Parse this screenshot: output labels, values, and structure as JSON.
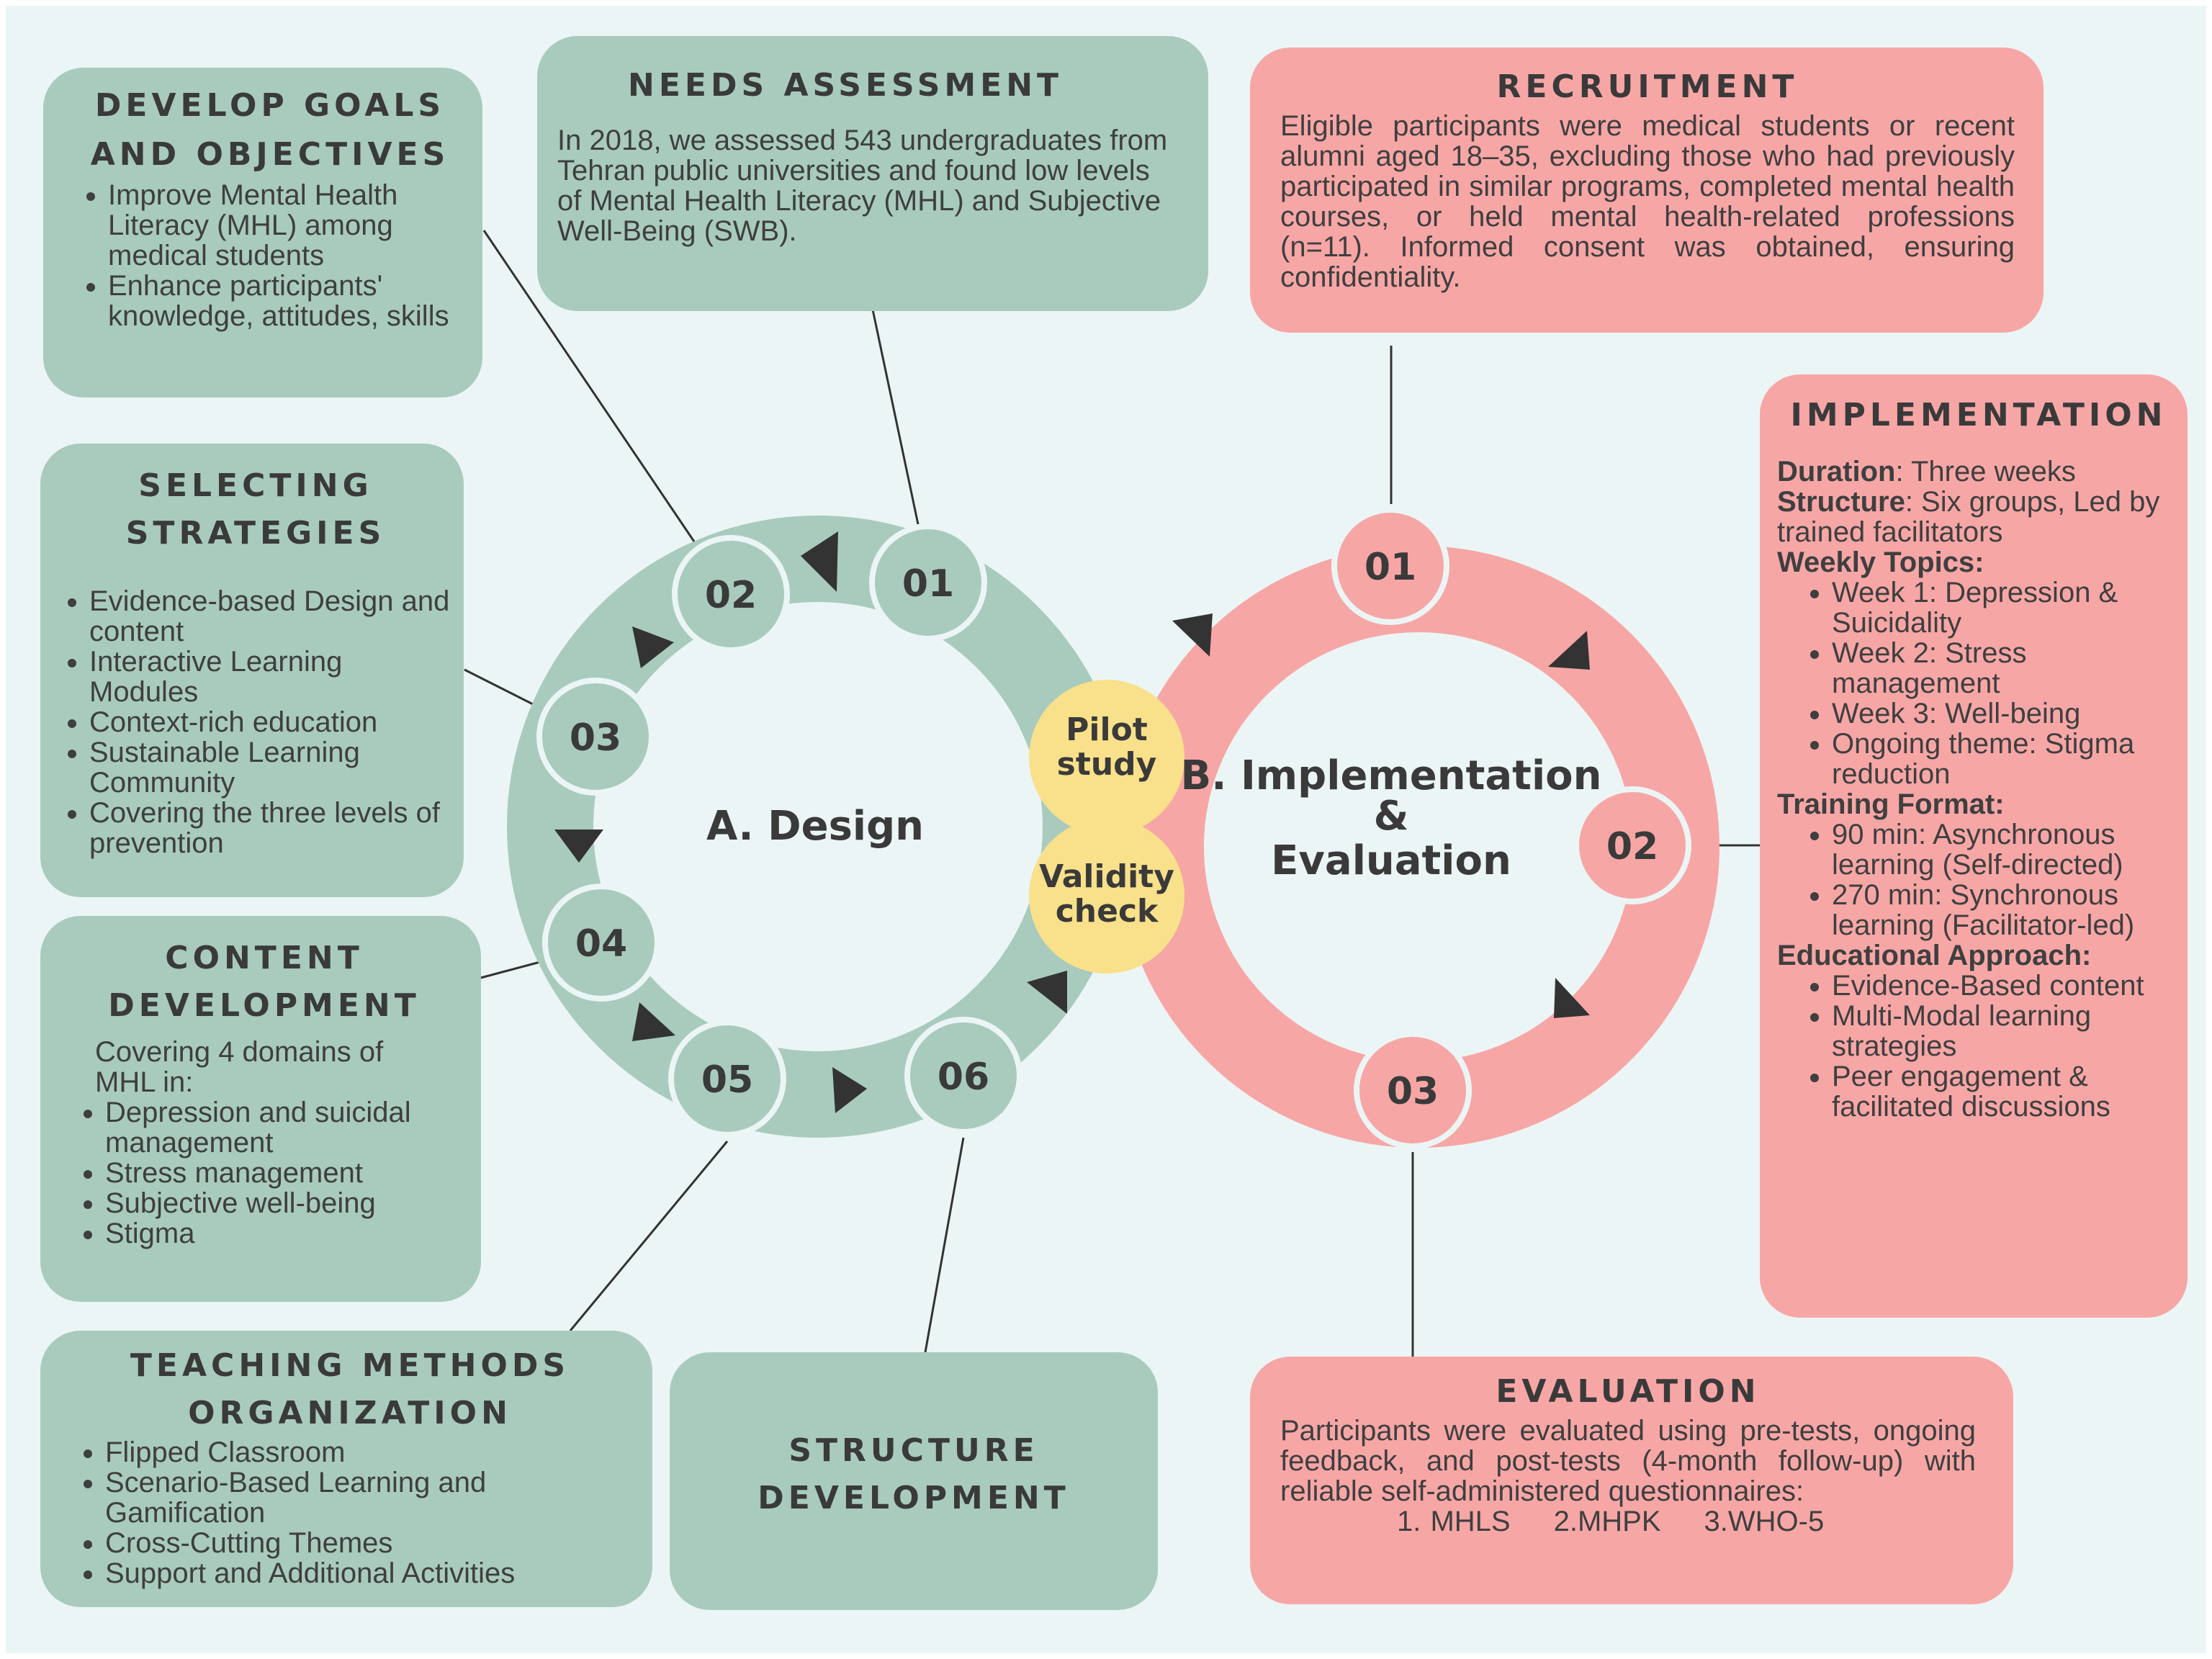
{
  "center": {
    "left_title": "A. Design",
    "right_title_1": "B. Implementation",
    "right_title_2": "&",
    "right_title_3": "Evaluation",
    "pilot_1": "Pilot",
    "pilot_2": "study",
    "validity_1": "Validity",
    "validity_2": "check"
  },
  "design_steps": [
    "01",
    "02",
    "03",
    "04",
    "05",
    "06"
  ],
  "impl_steps": [
    "01",
    "02",
    "03"
  ],
  "colors": {
    "green": "#a8cbbd",
    "pink": "#f7a6a6",
    "yellow": "#f9e08a",
    "background": "#ecf5f5"
  },
  "goals": {
    "title_1": "DEVELOP GOALS",
    "title_2": "AND OBJECTIVES",
    "items": [
      "Improve Mental Health Literacy (MHL) among medical students",
      "Enhance participants' knowledge, attitudes, skills"
    ]
  },
  "needs": {
    "title": "NEEDS ASSESSMENT",
    "text": "In 2018, we assessed 543 undergraduates from Tehran public universities and found low levels of Mental Health Literacy (MHL) and Subjective Well-Being (SWB)."
  },
  "strategies": {
    "title_1": "SELECTING",
    "title_2": "STRATEGIES",
    "items": [
      "Evidence-based Design and content",
      "Interactive Learning Modules",
      "Context-rich education",
      "Sustainable Learning Community",
      "Covering the three levels of prevention"
    ]
  },
  "content": {
    "title_1": "CONTENT",
    "title_2": "DEVELOPMENT",
    "intro": "Covering 4 domains of MHL in:",
    "items": [
      "Depression and suicidal management",
      "Stress management",
      "Subjective well-being",
      "Stigma"
    ]
  },
  "teaching": {
    "title_1": "TEACHING METHODS",
    "title_2": "ORGANIZATION",
    "items": [
      "Flipped Classroom",
      "Scenario-Based Learning and Gamification",
      "Cross-Cutting Themes",
      "Support and Additional Activities"
    ]
  },
  "structure": {
    "title_1": "STRUCTURE",
    "title_2": "DEVELOPMENT"
  },
  "recruitment": {
    "title": "RECRUITMENT",
    "text": "Eligible participants were medical students or recent alumni aged 18–35, excluding those who had previously participated in similar programs, completed mental health courses, or held mental health-related professions (n=11). Informed consent was obtained, ensuring confidentiality."
  },
  "implementation": {
    "title": "IMPLEMENTATION",
    "duration_label": "Duration",
    "duration_value": ": Three weeks",
    "structure_label": "Structure",
    "structure_value": ": Six groups, Led by trained facilitators",
    "topics_label": "Weekly Topics:",
    "topics": [
      "Week 1: Depression & Suicidality",
      "Week 2: Stress management",
      "Week 3: Well-being",
      "Ongoing theme: Stigma reduction"
    ],
    "format_label": "Training Format:",
    "formats": [
      "90 min: Asynchronous learning (Self-directed)",
      "270 min: Synchronous learning (Facilitator-led)"
    ],
    "approach_label": "Educational Approach:",
    "approaches": [
      "Evidence-Based content",
      "Multi-Modal learning strategies",
      "Peer engagement & facilitated discussions"
    ]
  },
  "evaluation": {
    "title": "EVALUATION",
    "text": "Participants were evaluated using pre-tests, ongoing feedback, and post-tests (4-month follow-up) with reliable self-administered questionnaires:",
    "q1": "1.  MHLS",
    "q2": "2.MHPK",
    "q3": "3.WHO-5"
  }
}
